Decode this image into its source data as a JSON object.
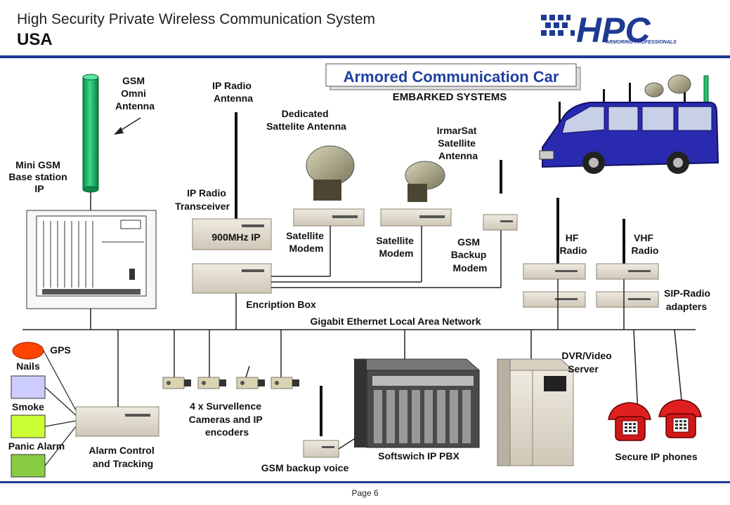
{
  "header": {
    "title": "High Security Private Wireless Communication System",
    "subtitle": "USA",
    "logo_text": "HPC",
    "logo_tagline": "ARMORING PROFESSIONALS"
  },
  "banner": {
    "title": "Armored Communication Car",
    "subtitle": "EMBARKED SYSTEMS"
  },
  "labels": {
    "gsm_omni_antenna": [
      "GSM",
      "Omni",
      "Antenna"
    ],
    "mini_gsm_base": [
      "Mini GSM",
      "Base station",
      "IP"
    ],
    "ip_radio_antenna": [
      "IP Radio",
      "Antenna"
    ],
    "ip_radio_transceiver": [
      "IP Radio",
      "Transceiver"
    ],
    "dedicated_sat_antenna": [
      "Dedicated",
      "Sattelite Antenna"
    ],
    "irmarsat_antenna": [
      "IrmarSat",
      "Satellite",
      "Antenna"
    ],
    "device_900mhz": "900MHz IP",
    "satellite_modem_1": [
      "Satellite",
      "Modem"
    ],
    "satellite_modem_2": [
      "Satellite",
      "Modem"
    ],
    "gsm_backup_modem": [
      "GSM",
      "Backup",
      "Modem"
    ],
    "hf_radio": [
      "HF",
      "Radio"
    ],
    "vhf_radio": [
      "VHF",
      "Radio"
    ],
    "sip_radio_adapters": [
      "SIP-Radio",
      "adapters"
    ],
    "encription_box": "Encription Box",
    "lan": "Gigabit Ethernet Local Area Network",
    "gps": "GPS",
    "nails": "Nails",
    "smoke": "Smoke",
    "panic_alarm": "Panic Alarm",
    "alarm_control": [
      "Alarm Control",
      "and Tracking"
    ],
    "cameras": [
      "4 x Survellence",
      "Cameras and IP",
      "encoders"
    ],
    "gsm_backup_voice": "GSM  backup voice",
    "softswitch": "Softswich IP PBX",
    "dvr_server": [
      "DVR/Video",
      "Server"
    ],
    "secure_phones": "Secure IP phones"
  },
  "colors": {
    "header_rule": "#1f3a93",
    "antenna_green": "#22c070",
    "sensor_gps": "#ff4400",
    "sensor_nails": "#ccccff",
    "sensor_smoke": "#ccff33",
    "sensor_panic": "#88cc44",
    "van_blue": "#2a2ab0",
    "phone_red": "#e02020",
    "device_beige": "#e3ddd0"
  },
  "footer": {
    "page": "Page  6"
  }
}
